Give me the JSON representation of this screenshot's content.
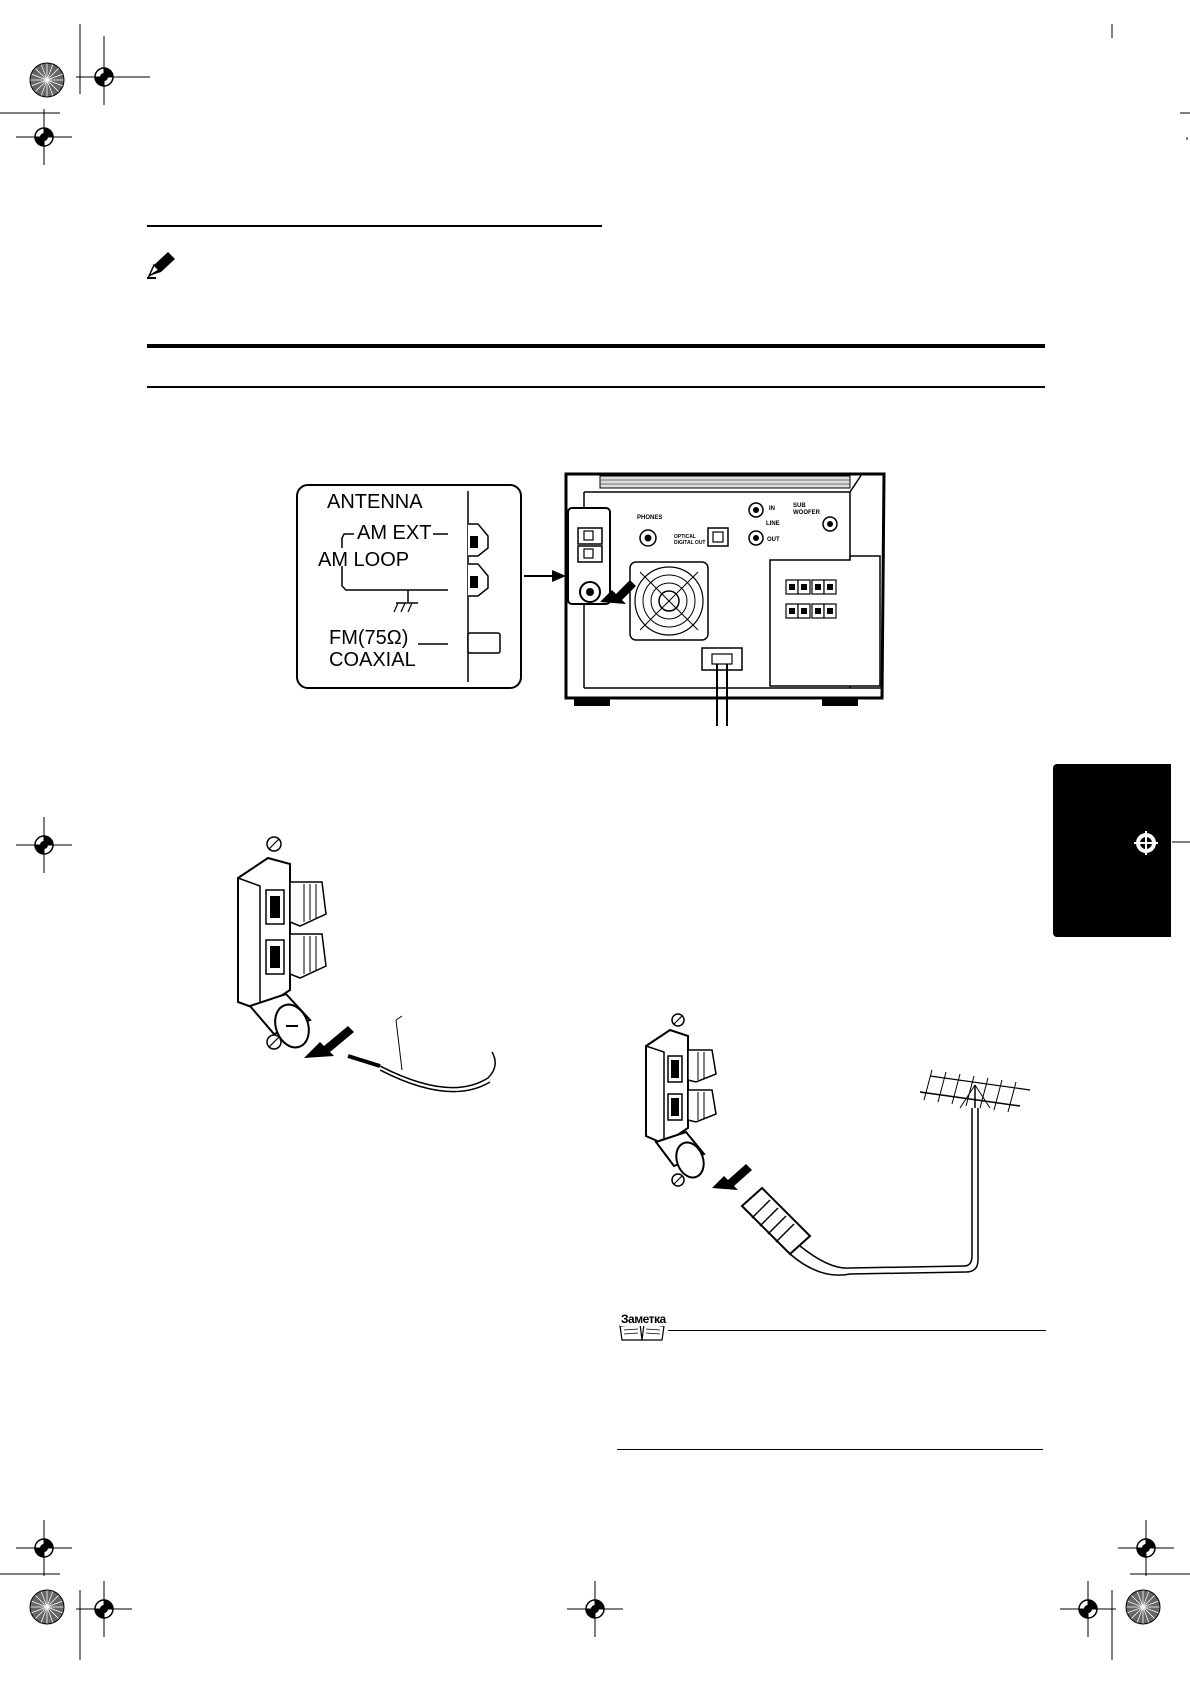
{
  "antenna_panel": {
    "title": "ANTENNA",
    "am_ext": "AM EXT",
    "am_loop": "AM LOOP",
    "fm_line1": "FM(75Ω)",
    "fm_line2": "COAXIAL"
  },
  "rear_panel": {
    "phones": "PHONES",
    "optical_line1": "OPTICAL",
    "optical_line2": "DIGITAL OUT",
    "line_in": "IN",
    "line_label": "LINE",
    "line_out": "OUT",
    "sub_line1": "SUB",
    "sub_line2": "WOOFER"
  },
  "note": {
    "label": "Заметка"
  },
  "icons": {
    "pencil": "pencil-note-icon",
    "book": "book-note-icon",
    "register": "registration-mark-icon"
  }
}
